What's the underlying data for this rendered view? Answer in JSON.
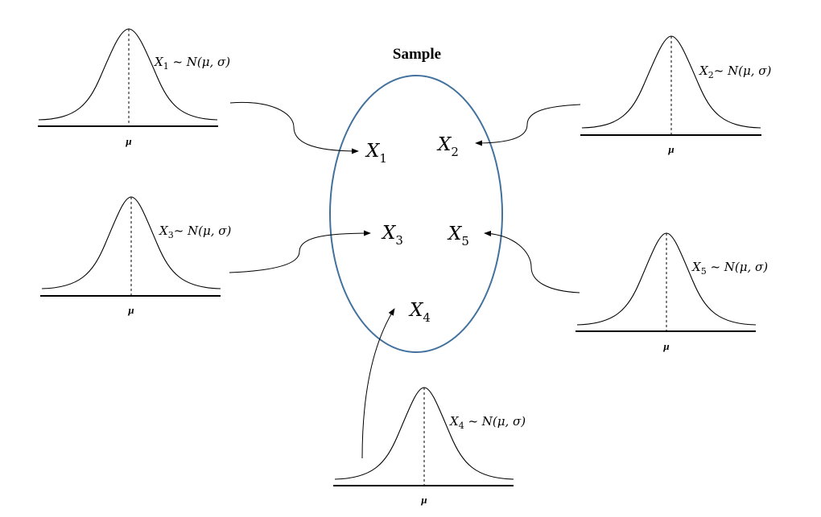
{
  "title": "Sample",
  "colors": {
    "ellipse": "#41719c",
    "ink": "#000000"
  },
  "sample_items": [
    {
      "id": "x1",
      "var": "X",
      "sub": "1"
    },
    {
      "id": "x2",
      "var": "X",
      "sub": "2"
    },
    {
      "id": "x3",
      "var": "X",
      "sub": "3"
    },
    {
      "id": "x5",
      "var": "X",
      "sub": "5"
    },
    {
      "id": "x4",
      "var": "X",
      "sub": "4"
    }
  ],
  "distributions": [
    {
      "id": "d1",
      "var": "X",
      "sub": "1",
      "rest": " ~ N(μ, σ)",
      "mean_label": "μ"
    },
    {
      "id": "d2",
      "var": "X",
      "sub": "2",
      "rest": "~ N(μ, σ)",
      "mean_label": "μ"
    },
    {
      "id": "d3",
      "var": "X",
      "sub": "3",
      "rest": "~ N(μ, σ)",
      "mean_label": "μ"
    },
    {
      "id": "d5",
      "var": "X",
      "sub": "5",
      "rest": " ~ N(μ, σ)",
      "mean_label": "μ"
    },
    {
      "id": "d4",
      "var": "X",
      "sub": "4",
      "rest": " ~ N(μ, σ)",
      "mean_label": "μ"
    }
  ]
}
